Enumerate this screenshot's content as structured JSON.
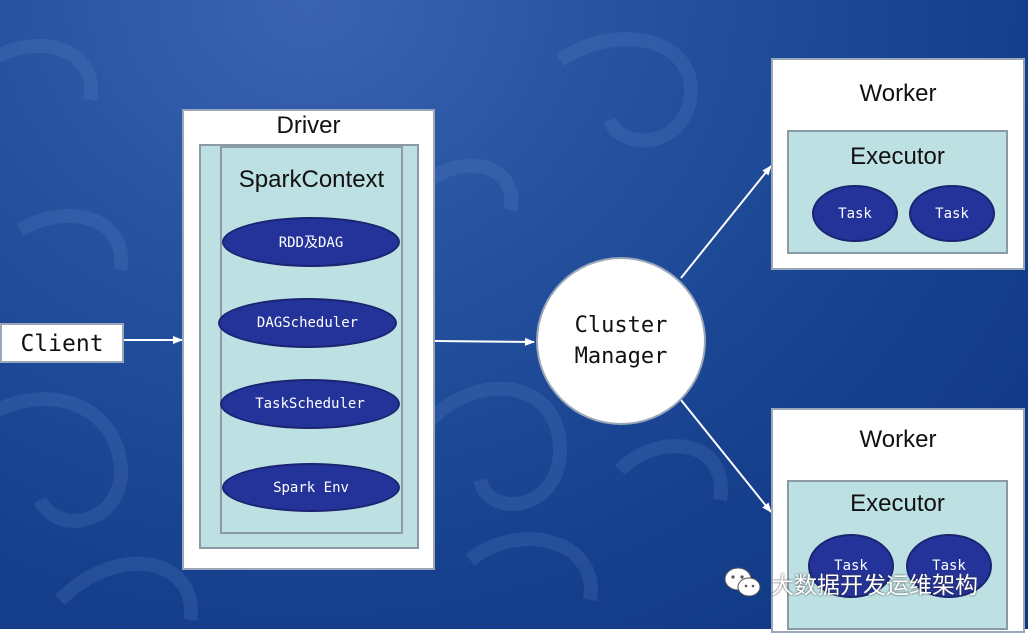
{
  "client": {
    "label": "Client"
  },
  "driver": {
    "title": "Driver",
    "spark_context": {
      "title": "SparkContext",
      "components": [
        "RDD及DAG",
        "DAGScheduler",
        "TaskScheduler",
        "Spark Env"
      ]
    }
  },
  "cluster_manager": {
    "label": "Cluster\nManager"
  },
  "workers": [
    {
      "title": "Worker",
      "executor": {
        "title": "Executor",
        "tasks": [
          "Task",
          "Task"
        ]
      }
    },
    {
      "title": "Worker",
      "executor": {
        "title": "Executor",
        "tasks": [
          "Task",
          "Task"
        ]
      }
    }
  ],
  "watermark": {
    "text": "大数据开发运维架构",
    "icon": "wechat-icon"
  },
  "colors": {
    "background": "#1b4590",
    "panel": "#bde0e3",
    "oval": "#24339a",
    "arrow": "#ffffff"
  }
}
